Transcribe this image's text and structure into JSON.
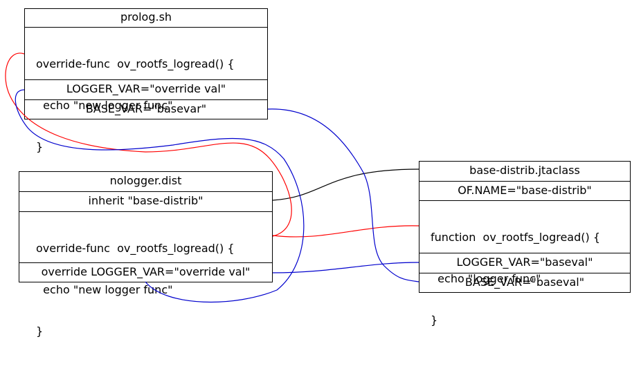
{
  "nodes": {
    "prolog": {
      "title": "prolog.sh",
      "func_lines": [
        "override-func  ov_rootfs_logread() {",
        "  echo \"new logger func\"",
        "}"
      ],
      "logger_var": "LOGGER_VAR=\"override val\"",
      "base_var": "BASE_VAR=\"basevar\""
    },
    "nologger": {
      "title": "nologger.dist",
      "inherit": "inherit \"base-distrib\"",
      "func_lines": [
        "override-func  ov_rootfs_logread() {",
        "  echo \"new logger func\"",
        "}"
      ],
      "logger_var": "override LOGGER_VAR=\"override val\""
    },
    "base": {
      "title": "base-distrib.jtaclass",
      "of_name": "OF.NAME=\"base-distrib\"",
      "func_lines": [
        "function  ov_rootfs_logread() {",
        "  echo \"logger func\"",
        "}"
      ],
      "logger_var": "LOGGER_VAR=\"baseval\"",
      "base_var": "BASE_VAR=\"baseval\""
    }
  },
  "colors": {
    "inherit_edge": "#000000",
    "func_edge": "#ff0000",
    "var_edge": "#0000cd"
  }
}
